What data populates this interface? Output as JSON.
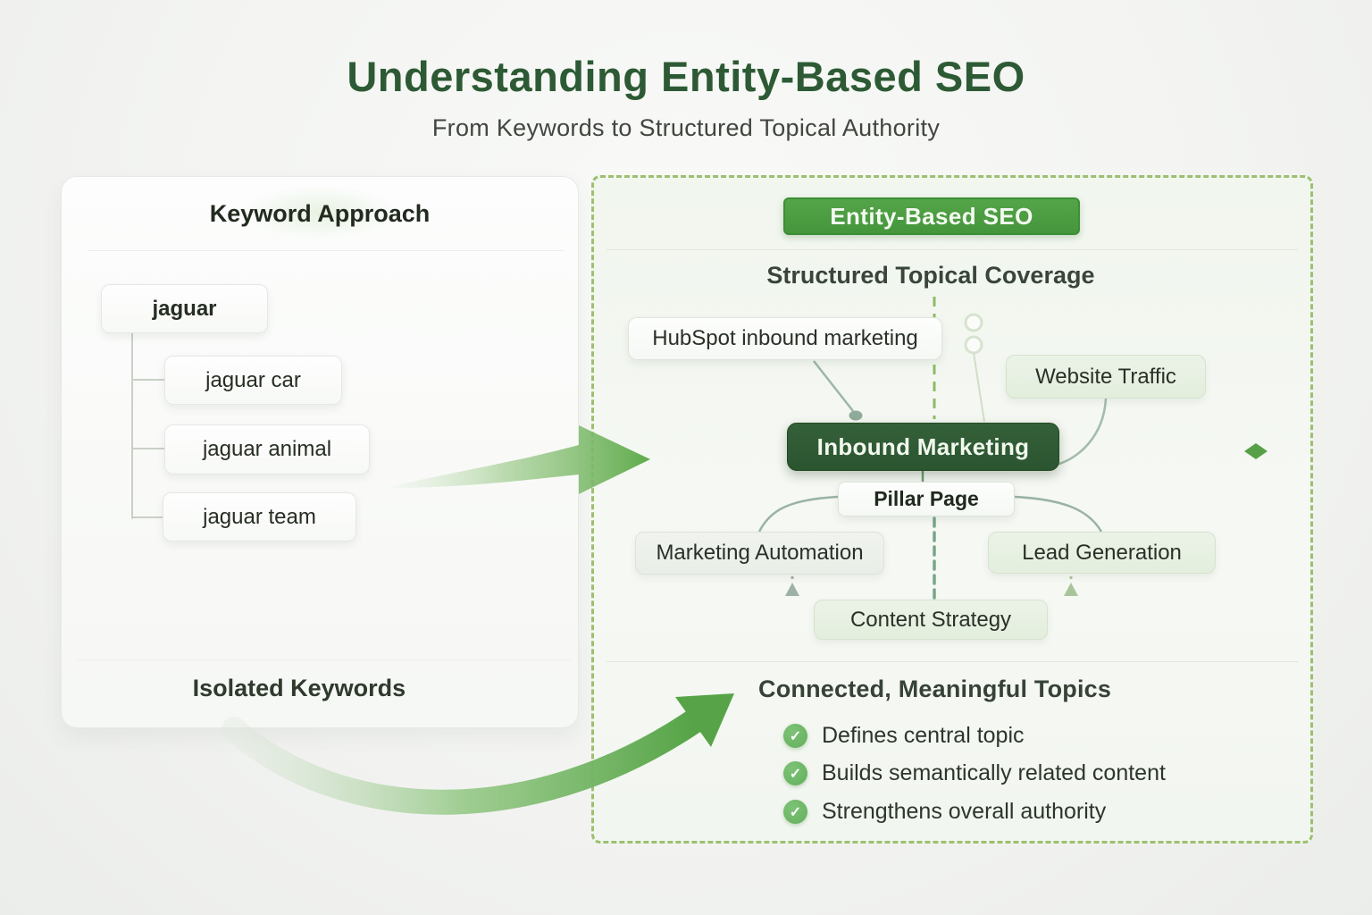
{
  "page": {
    "title": "Understanding Entity-Based SEO",
    "subtitle": "From Keywords to Structured Topical Authority"
  },
  "keyword_panel": {
    "heading": "Keyword Approach",
    "root_keyword": "jaguar",
    "children": [
      "jaguar car",
      "jaguar animal",
      "jaguar team"
    ],
    "footer": "Isolated Keywords"
  },
  "entity_panel": {
    "badge": "Entity-Based SEO",
    "heading": "Structured Topical Coverage",
    "nodes": {
      "hubspot": "HubSpot inbound marketing",
      "website_traffic": "Website Traffic",
      "inbound_marketing": "Inbound Marketing",
      "pillar_page": "Pillar Page",
      "marketing_automation": "Marketing Automation",
      "lead_generation": "Lead Generation",
      "content_strategy": "Content Strategy"
    },
    "footer_heading": "Connected, Meaningful Topics",
    "bullets": [
      "Defines central topic",
      "Builds semantically related content",
      "Strengthens overall authority"
    ]
  },
  "colors": {
    "title_green": "#2d5a34",
    "badge_green": "#4b9b42",
    "inbound_dark_green": "#2e5a31",
    "dashed_border_green": "#9cc06f",
    "dot_line_green": "#5f9f4b",
    "check_green": "#6cb868",
    "connector_gray_green": "#9bb3a4"
  }
}
